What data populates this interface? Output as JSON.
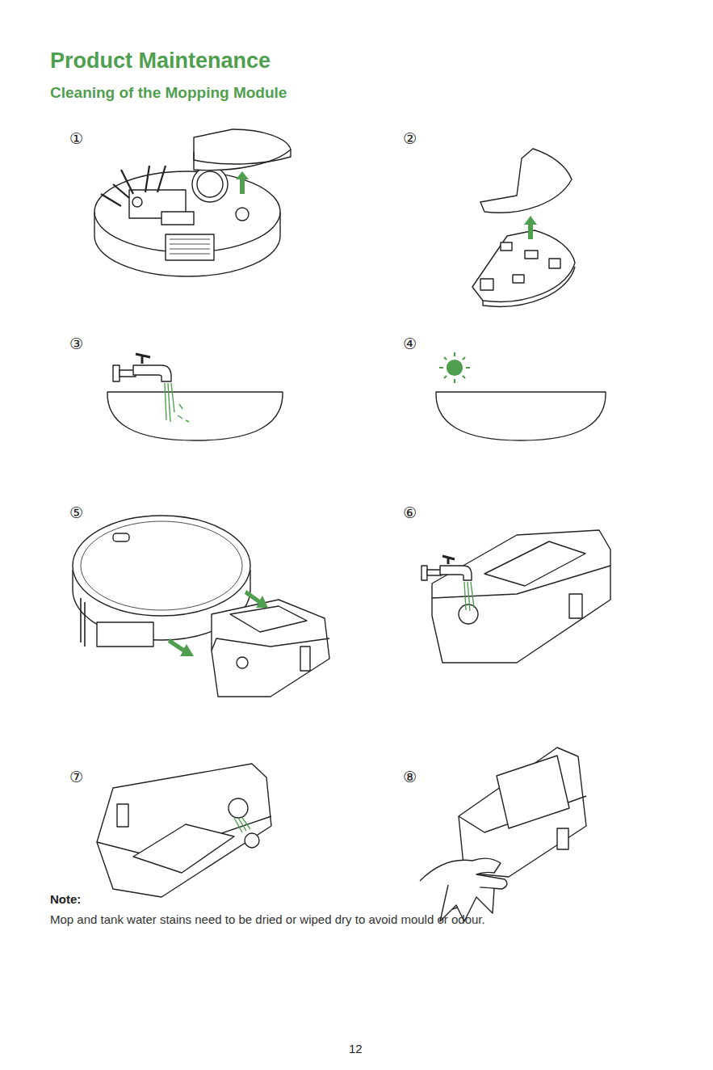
{
  "diagram": {
    "title": "Product Maintenance",
    "labels": [
      "Cleaning of the Mopping Module",
      "①",
      "②",
      "③",
      "④",
      "⑤",
      "⑥",
      "⑦",
      "⑧",
      "Note:",
      "Mop and tank water stains need to be dried or wiped dry to avoid mould or odour.",
      "12"
    ]
  }
}
